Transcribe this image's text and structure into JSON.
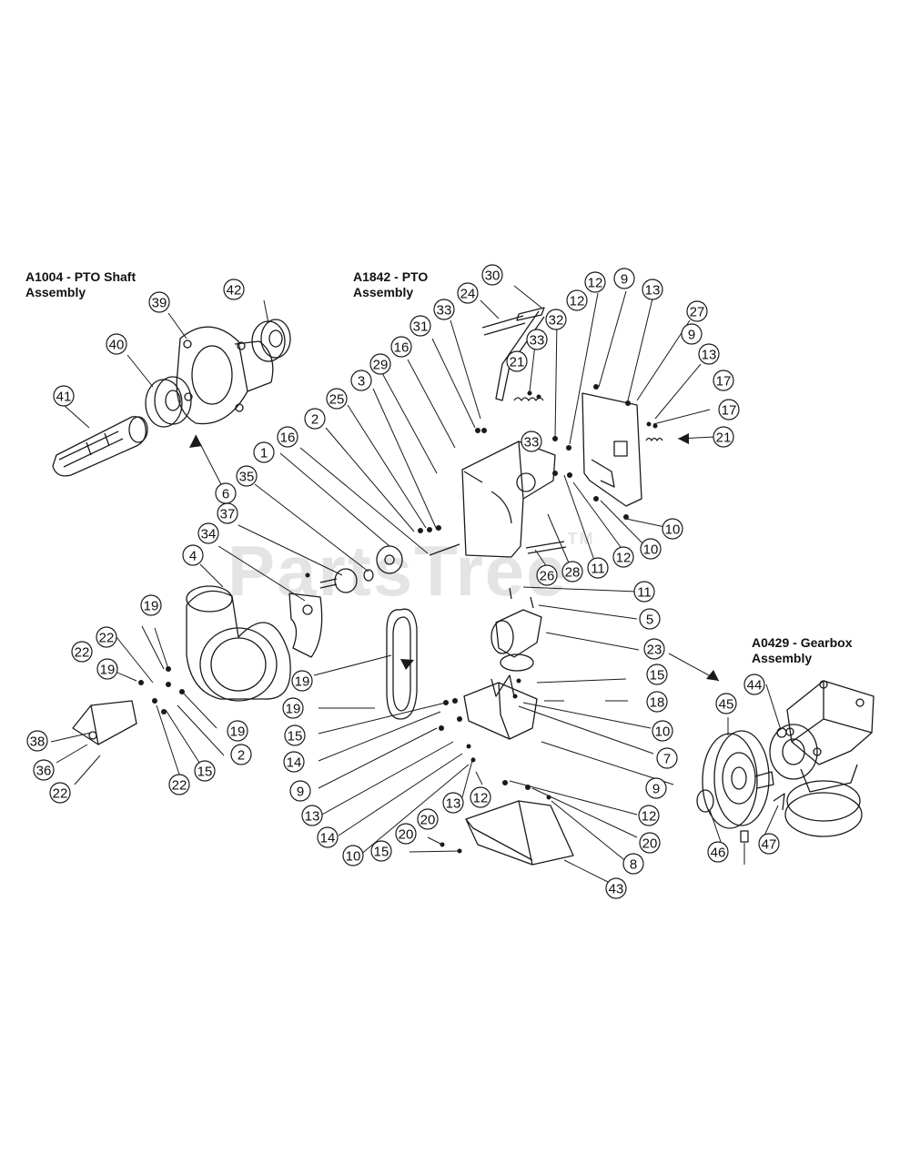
{
  "titles": {
    "pto_shaft": [
      "A1004 - PTO Shaft",
      "Assembly"
    ],
    "pto": [
      "A1842 - PTO",
      "Assembly"
    ],
    "gearbox": [
      "A0429 - Gearbox",
      "Assembly"
    ]
  },
  "watermark": {
    "text": "PartsTree",
    "mark": "TM"
  },
  "callouts": [
    "42",
    "39",
    "40",
    "41",
    "6",
    "30",
    "24",
    "33",
    "31",
    "16",
    "29",
    "3",
    "25",
    "2",
    "16",
    "1",
    "35",
    "37",
    "34",
    "4",
    "12",
    "9",
    "13",
    "27",
    "9",
    "13",
    "17",
    "17",
    "21",
    "32",
    "33",
    "21",
    "33",
    "12",
    "10",
    "10",
    "12",
    "28",
    "26",
    "11",
    "11",
    "5",
    "23",
    "19",
    "22",
    "22",
    "19",
    "19",
    "19",
    "2",
    "38",
    "36",
    "22",
    "22",
    "15",
    "15",
    "18",
    "19",
    "15",
    "14",
    "9",
    "13",
    "14",
    "10",
    "10",
    "7",
    "9",
    "13",
    "12",
    "12",
    "20",
    "20",
    "15",
    "20",
    "8",
    "43",
    "44",
    "45",
    "46",
    "47"
  ],
  "colors": {
    "line": "#1a1a1a",
    "watermark": "#e4e4e4"
  }
}
